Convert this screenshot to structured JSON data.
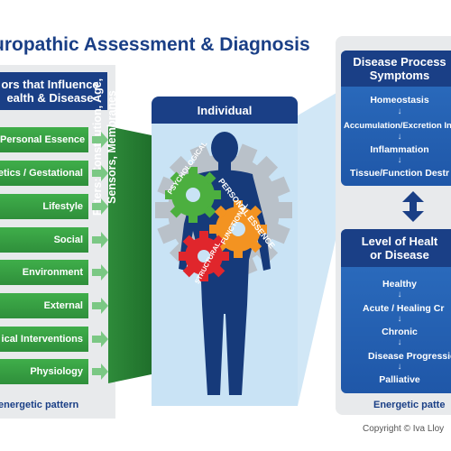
{
  "title": "uropathic Assessment & Diagnosis",
  "left_panel": {
    "header": [
      "ors that Influence",
      "ealth & Disease"
    ],
    "factors": [
      "Personal Essence",
      "etics / Gestational",
      "Lifestyle",
      "Social",
      "Environment",
      "External",
      "ical Interventions",
      "Physiology"
    ],
    "filter_label": [
      "Filters: Constitution, Age,",
      "Sensors, Membranes"
    ],
    "footer": "energetic pattern"
  },
  "center_panel": {
    "header": "Individual",
    "gears": [
      "PSYCHOLOGICAL",
      "FUNCTIONAL",
      "STRUCTURAL"
    ],
    "arc_label": "PERSONAL ESSENCE"
  },
  "right_top": {
    "header": [
      "Disease Process",
      "Symptoms"
    ],
    "steps": [
      "Homeostasis",
      "Accumulation/Excretion In",
      "Inflammation",
      "Tissue/Function Destr"
    ]
  },
  "right_bottom": {
    "header": [
      "Level of Healt",
      "or Disease"
    ],
    "steps": [
      "Healthy",
      "Acute / Healing Cr",
      "Chronic",
      "Disease Progressio",
      "Palliative"
    ],
    "footer": "Energetic patte"
  },
  "copyright": "Copyright © Iva Lloy",
  "colors": {
    "navy": "#1a3f86",
    "green": "#2f8f3b",
    "panel": "#e8eaec",
    "light_blue": "#c9e3f5"
  }
}
